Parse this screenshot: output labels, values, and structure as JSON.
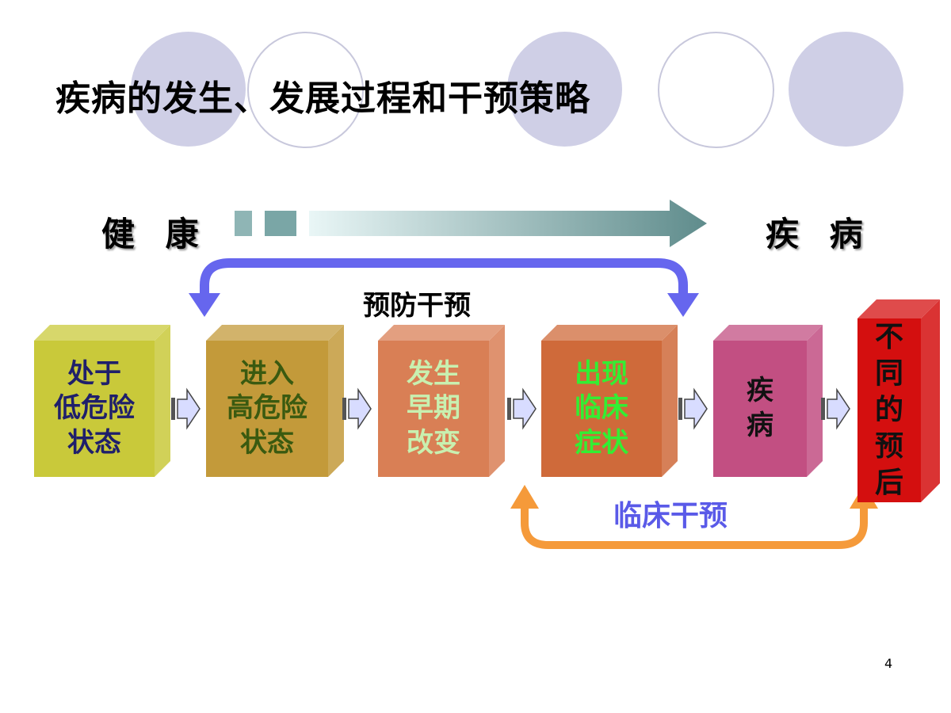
{
  "title": "疾病的发生、发展过程和干预策略",
  "progression": {
    "start_label": "健 康",
    "end_label": "疾 病"
  },
  "interventions": {
    "prevention": "预防干预",
    "clinical": "临床干预"
  },
  "stages": [
    {
      "lines": [
        "处于",
        "低危险",
        "状态"
      ],
      "front_color": "#c9c93a",
      "text_color": "#1f1f6b"
    },
    {
      "lines": [
        "进入",
        "高危险",
        "状态"
      ],
      "front_color": "#c39a3a",
      "text_color": "#3a5a10"
    },
    {
      "lines": [
        "发生",
        "早期",
        "改变"
      ],
      "front_color": "#d97f55",
      "text_color": "#c8f0b0"
    },
    {
      "lines": [
        "出现",
        "临床",
        "症状"
      ],
      "front_color": "#cf6a3a",
      "text_color": "#33ee33"
    },
    {
      "lines": [
        "疾",
        "病"
      ],
      "front_color": "#c24f82",
      "text_color": "#111111"
    },
    {
      "lines": [
        "不",
        "同",
        "的",
        "预",
        "后"
      ],
      "front_color": "#d40f0f",
      "text_color": "#111111"
    }
  ],
  "colors": {
    "prevention_arrow": "#6666ee",
    "clinical_arrow": "#f59a3a",
    "progress_arrow": "#5f8c8c",
    "step_arrow": "#d8dcff"
  },
  "page_number": "4"
}
